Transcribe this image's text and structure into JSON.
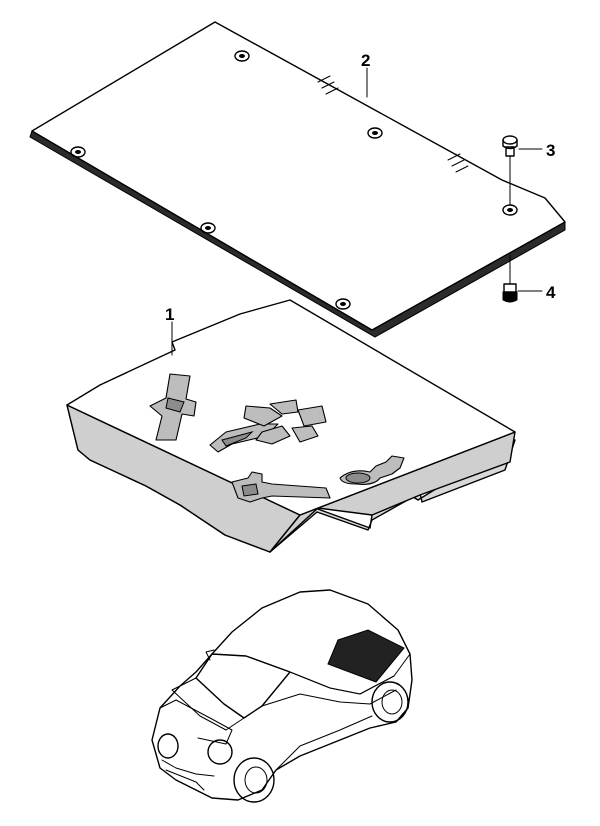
{
  "diagram": {
    "callouts": [
      {
        "id": "1",
        "label": "1"
      },
      {
        "id": "2",
        "label": "2"
      },
      {
        "id": "3",
        "label": "3"
      },
      {
        "id": "4",
        "label": "4"
      }
    ],
    "colors": {
      "line": "#000000",
      "background": "#ffffff",
      "tray_side": "#d8d8d8",
      "recess": "#bdbdbd",
      "highlight": "#222222"
    }
  }
}
